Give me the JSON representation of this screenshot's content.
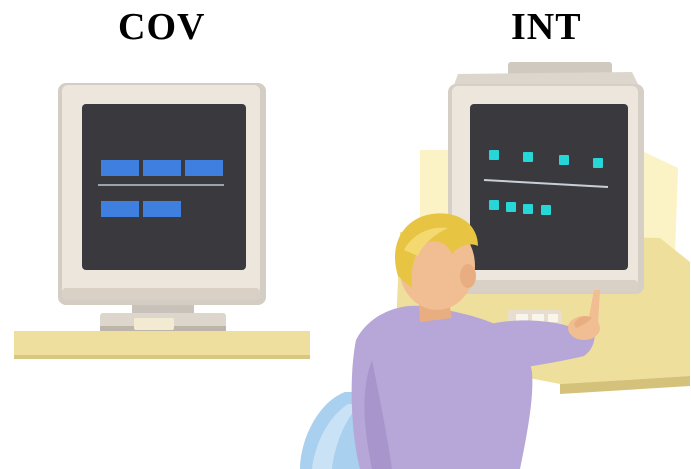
{
  "labels": {
    "left": "COV",
    "right": "INT"
  },
  "displays": {
    "cov": {
      "top_row_markers": 3,
      "bottom_row_markers": 2,
      "marker_color": "#3f7fe0"
    },
    "int": {
      "top_row_markers": 4,
      "bottom_row_markers": 4,
      "marker_color": "#27d6d6"
    }
  },
  "colors": {
    "monitor_bezel": "#ece6dc",
    "screen": "#3a3a3e",
    "desk": "#eedf9e",
    "cord_wall": "#fbf2c5",
    "person_hair": "#e8c443",
    "person_skin": "#f1bd92",
    "shirt": "#b7a7d8",
    "chair": "#a9d0ee"
  }
}
